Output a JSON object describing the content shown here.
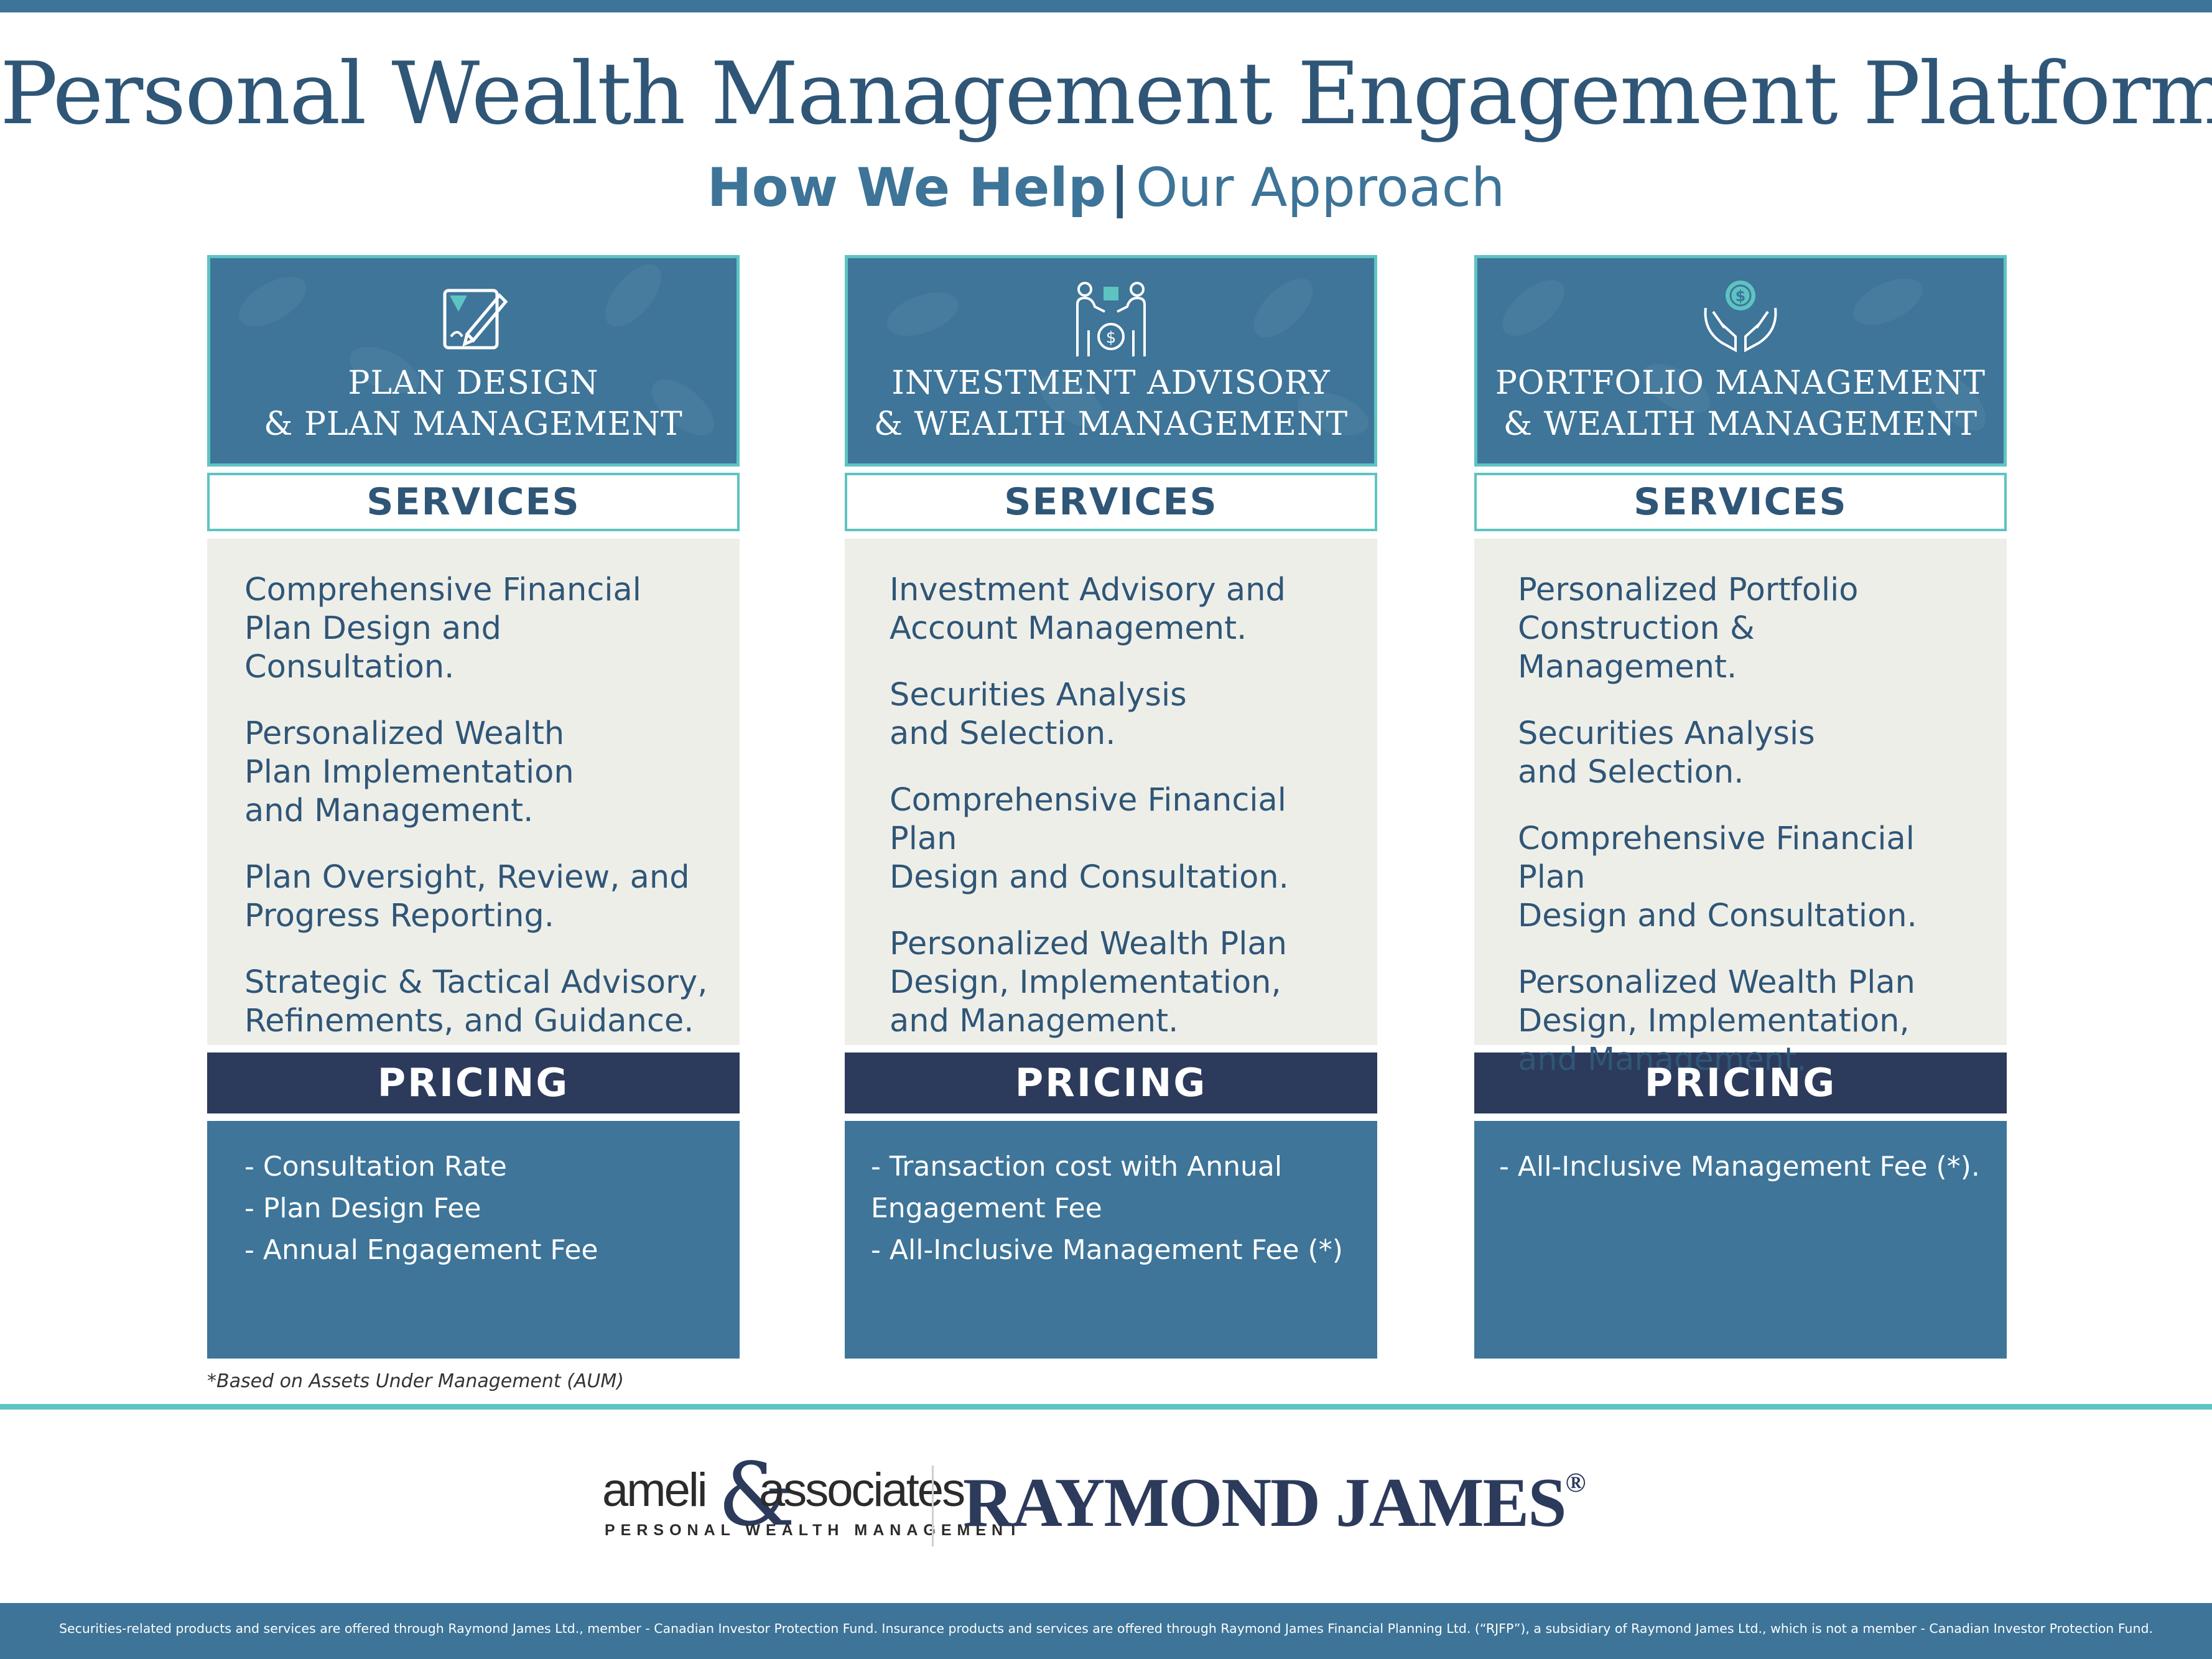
{
  "header": {
    "title": "Personal Wealth Management Engagement Platforms",
    "subtitle_strong": "How We Help",
    "subtitle_sep": "|",
    "subtitle_light": "Our Approach"
  },
  "columns": [
    {
      "title": "PLAN DESIGN\n& PLAN MANAGEMENT",
      "icon": "plan-document-pen-icon",
      "services_label": "SERVICES",
      "services": [
        "Comprehensive Financial\nPlan Design and Consultation.",
        "Personalized Wealth\nPlan Implementation\nand Management.",
        "Plan Oversight, Review, and\nProgress Reporting.",
        "Strategic & Tactical Advisory,\nRefinements, and Guidance."
      ],
      "pricing_label": "PRICING",
      "pricing": [
        "- Consultation Rate",
        "- Plan Design Fee",
        "- Annual Engagement Fee"
      ]
    },
    {
      "title": "INVESTMENT ADVISORY\n& WEALTH MANAGEMENT",
      "icon": "advisors-exchange-icon",
      "services_label": "SERVICES",
      "services": [
        "Investment Advisory and\nAccount Management.",
        "Securities Analysis\nand Selection.",
        "Comprehensive Financial Plan\nDesign and Consultation.",
        "Personalized Wealth Plan\nDesign, Implementation,\nand Management."
      ],
      "pricing_label": "PRICING",
      "pricing": [
        "- Transaction cost with Annual\n   Engagement Fee",
        "- All-Inclusive Management Fee (*)"
      ]
    },
    {
      "title": "PORTFOLIO MANAGEMENT\n& WEALTH MANAGEMENT",
      "icon": "hands-holding-coin-icon",
      "services_label": "SERVICES",
      "services": [
        "Personalized Portfolio\nConstruction & Management.",
        "Securities Analysis\nand Selection.",
        "Comprehensive Financial Plan\nDesign and Consultation.",
        "Personalized Wealth Plan\nDesign, Implementation,\nand Management."
      ],
      "pricing_label": "PRICING",
      "pricing": [
        "- All-Inclusive Management Fee (*)."
      ]
    }
  ],
  "footnote": "*Based on Assets Under Management (AUM)",
  "logos": {
    "ameli_word_left": "ameli",
    "ameli_amp": "&",
    "ameli_word_right": "associates",
    "ameli_tagline": "PERSONAL WEALTH MANAGEMENT",
    "raymond_james": "RAYMOND JAMES",
    "raymond_james_mark": "®"
  },
  "disclaimer": "Securities-related products and services are offered through Raymond James Ltd., member - Canadian Investor Protection Fund. Insurance products and services are offered through Raymond James Financial Planning Ltd. (“RJFP”), a subsidiary of Raymond James Ltd., which is not a member - Canadian Investor Protection Fund.",
  "colors": {
    "primary_blue": "#3d7498",
    "navy": "#2c3a5b",
    "teal": "#5ec4c2",
    "services_bg": "#eeeee9"
  }
}
